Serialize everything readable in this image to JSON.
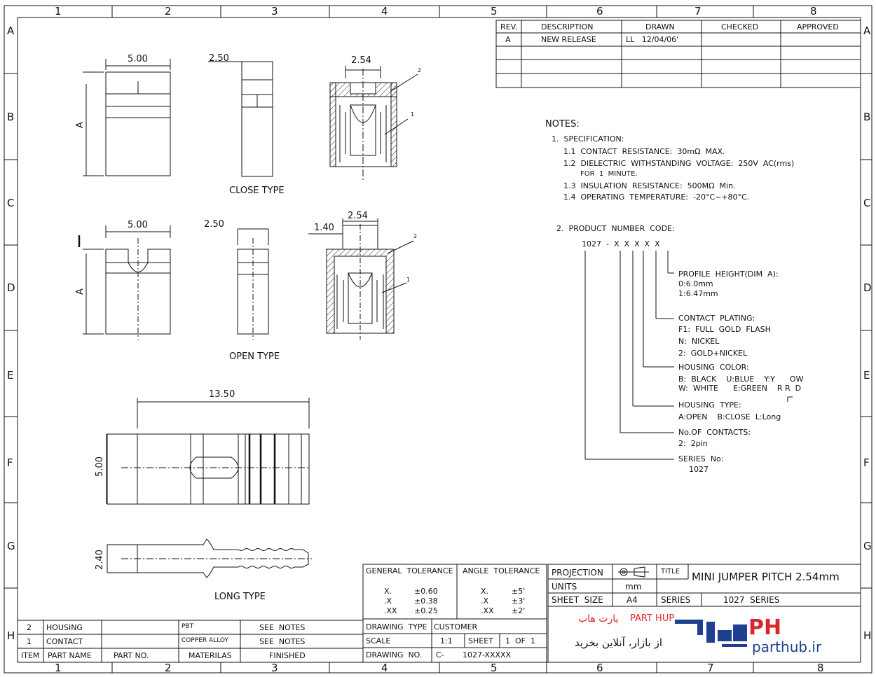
{
  "frame": {
    "col_labels": [
      "1",
      "2",
      "3",
      "4",
      "5",
      "6",
      "7",
      "8"
    ],
    "row_labels": [
      "A",
      "B",
      "C",
      "D",
      "E",
      "F",
      "G",
      "H"
    ]
  },
  "revision_table": {
    "headers": [
      "REV.",
      "DESCRIPTION",
      "DRAWN",
      "CHECKED",
      "APPROVED"
    ],
    "rows": [
      {
        "rev": "A",
        "description": "NEW RELEASE",
        "drawn": "LL   12/04/06'",
        "checked": "",
        "approved": ""
      }
    ]
  },
  "views": {
    "close_type": {
      "width_dim": "5.00",
      "side_dim": "2.50",
      "pitch_dim": "2.54",
      "height_label": "A",
      "caption": "CLOSE TYPE",
      "balloon_1": "1",
      "balloon_2": "2"
    },
    "open_type": {
      "width_dim": "5.00",
      "side_dim": "2.50",
      "pitch_dim": "2.54",
      "offset_dim": "1.40",
      "height_label": "A",
      "caption": "OPEN TYPE",
      "balloon_1": "1",
      "balloon_2": "2"
    },
    "long_type": {
      "length_dim": "13.50",
      "width_dim": "5.00",
      "height_dim": "2.40",
      "caption": "LONG TYPE"
    }
  },
  "notes": {
    "title": "NOTES:",
    "spec_title": "1.  SPECIFICATION:",
    "spec_items": [
      "1.1  CONTACT  RESISTANCE:  30mΩ  MAX.",
      "1.2  DIELECTRIC  WITHSTANDING  VOLTAGE:  250V  AC(rms)",
      "FOR  1  MINUTE.",
      "1.3  INSULATION  RESISTANCE:  500MΩ  Min.",
      "1.4  OPERATING  TEMPERATURE:  -20°C~+80°C."
    ],
    "code_title": "2.  PRODUCT  NUMBER  CODE:",
    "code": "1027  -  X  X  X  X  X",
    "profile": [
      "PROFILE  HEIGHT(DIM  A):",
      "0:6.0mm",
      "1:6.47mm"
    ],
    "plating": [
      "CONTACT  PLATING:",
      "F1:  FULL  GOLD  FLASH",
      "N:  NICKEL",
      "2:  GOLD+NICKEL"
    ],
    "color": [
      "HOUSING  COLOR:",
      "B:  BLACK    U:BLUE    Y:Y      OW",
      "W:  WHITE      E:GREEN    R R  D"
    ],
    "housing_type": [
      "HOUSING  TYPE:",
      "A:OPEN    B:CLOSE  L:Long"
    ],
    "contacts": [
      "No.OF  CONTACTS:",
      "2:  2pin"
    ],
    "series": [
      "SERIES  No:",
      "1027"
    ]
  },
  "tolerance": {
    "general_title": "GENERAL  TOLERANCE",
    "angle_title": "ANGLE  TOLERANCE",
    "general": [
      {
        "k": "X.",
        "v": "±0.60"
      },
      {
        "k": ".X",
        "v": "±0.38"
      },
      {
        "k": ".XX",
        "v": "±0.25"
      }
    ],
    "angle": [
      {
        "k": "X.",
        "v": "±5'"
      },
      {
        "k": ".X",
        "v": "±3'"
      },
      {
        "k": ".XX",
        "v": "±2'"
      }
    ]
  },
  "title_block": {
    "projection_label": "PROJECTION",
    "units_label": "UNITS",
    "units": "mm",
    "sheet_size_label": "SHEET  SIZE",
    "sheet_size": "A4",
    "title_label": "TITLE",
    "title": "MINI JUMPER PITCH 2.54mm",
    "series_label": "SERIES",
    "series": "1027  SERIES",
    "drawing_type_label": "DRAWING  TYPE",
    "drawing_type": "CUSTOMER",
    "scale_label": "SCALE",
    "scale": "1:1",
    "sheet_label": "SHEET",
    "sheet": "1  OF  1",
    "drawing_no_label": "DRAWING  NO.",
    "drawing_no_prefix": "C-",
    "drawing_no": "1027-XXXXX"
  },
  "bom": {
    "headers": [
      "ITEM",
      "PART NAME",
      "PART NO.",
      "MATERILAS",
      "FINISHED"
    ],
    "rows": [
      {
        "item": "2",
        "name": "HOUSING",
        "part_no": "",
        "material": "PBT",
        "finished": "SEE  NOTES"
      },
      {
        "item": "1",
        "name": "CONTACT",
        "part_no": "",
        "material": "COPPER ALLOY",
        "finished": "SEE  NOTES"
      }
    ]
  },
  "watermark": {
    "brand_en": "PART HUP",
    "brand_fa": "پارت هاب",
    "tagline_fa": "از بازار، آنلاین بخرید",
    "logo_text": "PH",
    "url": "parthub.ir",
    "colors": {
      "red": "#d8282e",
      "blue": "#1f3f8f"
    }
  }
}
